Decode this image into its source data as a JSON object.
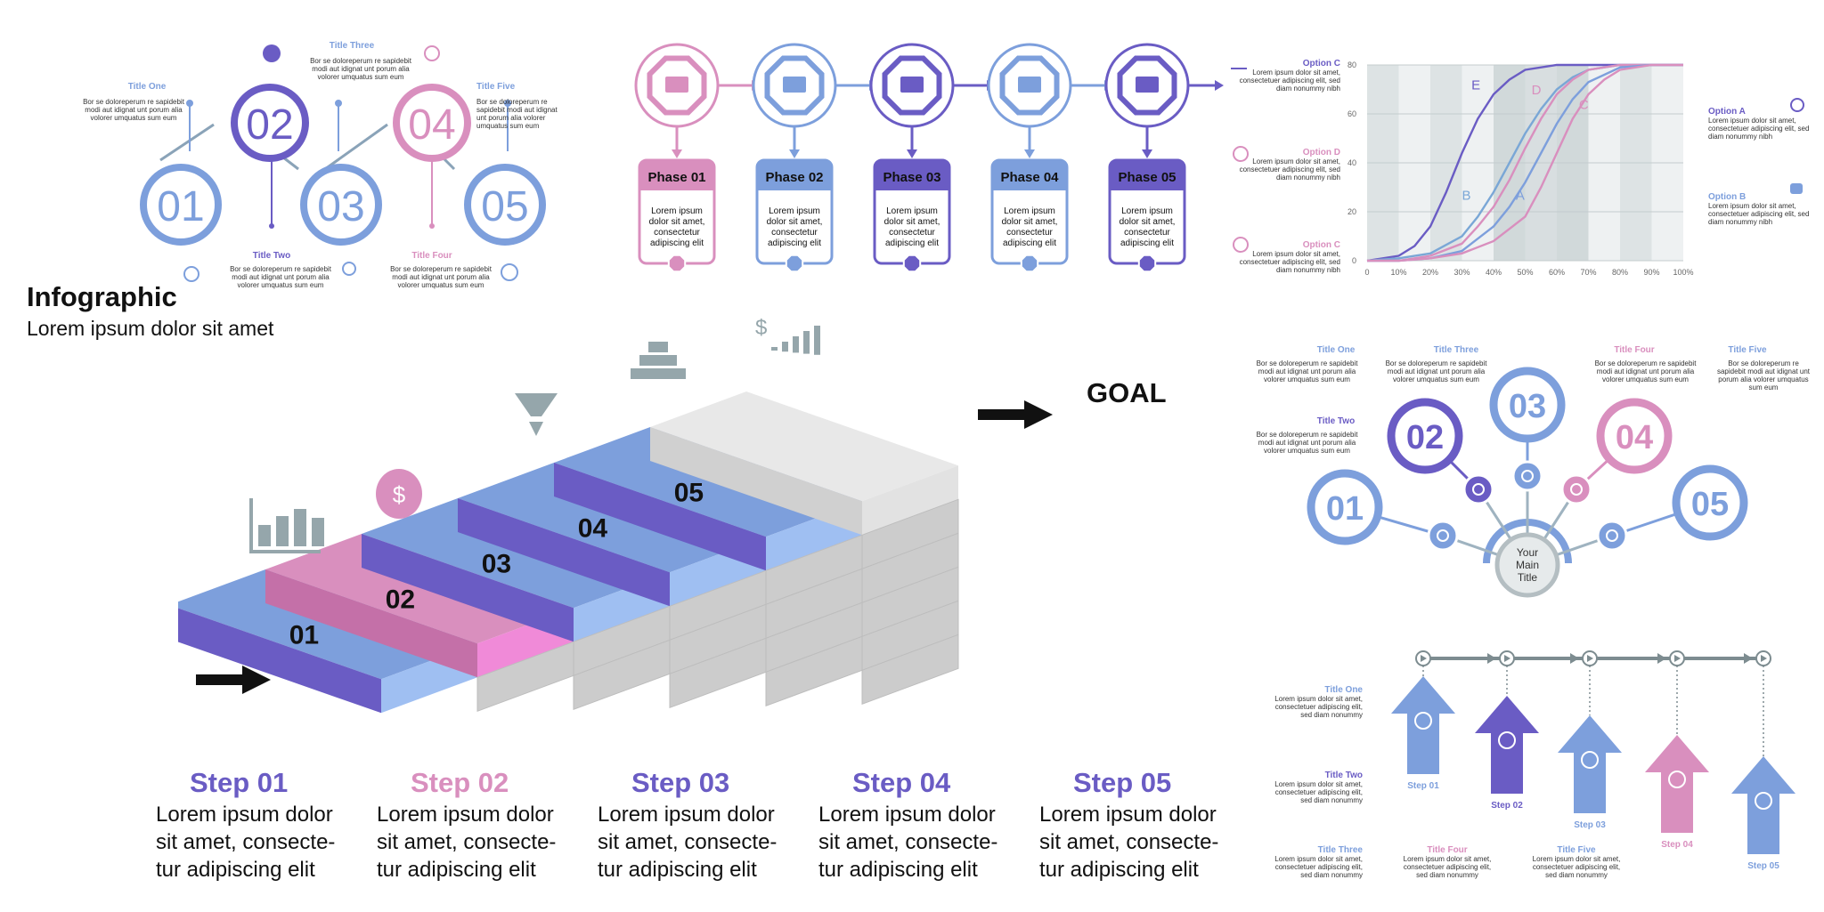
{
  "colors": {
    "blue": "#7d9fdc",
    "purple": "#6a5cc4",
    "pink": "#d98fbe",
    "gray": "#8a9aa0"
  },
  "header": {
    "title": "Infographic",
    "subtitle": "Lorem ipsum dolor sit amet"
  },
  "rings": {
    "nums": [
      "01",
      "02",
      "03",
      "04",
      "05"
    ],
    "titles": [
      "Title One",
      "Title Two",
      "Title Three",
      "Title Four",
      "Title Five"
    ],
    "body": "Bor se doloreperum re sapidebit modi aut idignat unt porum alia volorer umquatus sum eum"
  },
  "phases": {
    "labels": [
      "Phase 01",
      "Phase 02",
      "Phase 03",
      "Phase 04",
      "Phase 05"
    ],
    "body": "Lorem ipsum dolor sit amet, consectetur adipiscing elit"
  },
  "side_options": {
    "left": [
      {
        "label": "Option C"
      },
      {
        "label": "Option D"
      },
      {
        "label": "Option C"
      }
    ],
    "right": [
      {
        "label": "Option A"
      },
      {
        "label": "Option B"
      }
    ],
    "body": "Lorem ipsum dolor sit amet, consectetuer adipiscing elit, sed diam nonummy nibh"
  },
  "chart_data": {
    "type": "line",
    "x_ticks": [
      "0",
      "10%",
      "20%",
      "30%",
      "40%",
      "50%",
      "60%",
      "70%",
      "80%",
      "90%",
      "100%"
    ],
    "y_ticks": [
      "0",
      "20",
      "40",
      "60",
      "80"
    ],
    "xlim": [
      0,
      100
    ],
    "ylim": [
      0,
      80
    ],
    "series": [
      {
        "name": "E",
        "color": "#6a5cc4",
        "x": [
          0,
          10,
          15,
          20,
          25,
          30,
          35,
          40,
          45,
          50,
          60,
          70,
          80,
          90,
          100
        ],
        "y": [
          0,
          2,
          6,
          14,
          28,
          44,
          58,
          68,
          74,
          78,
          80,
          80,
          80,
          80,
          80
        ]
      },
      {
        "name": "B",
        "color": "#7aa7d6",
        "x": [
          0,
          10,
          20,
          30,
          35,
          40,
          45,
          50,
          55,
          60,
          65,
          70,
          80,
          90,
          100
        ],
        "y": [
          0,
          1,
          3,
          10,
          18,
          28,
          40,
          52,
          62,
          70,
          75,
          78,
          80,
          80,
          80
        ]
      },
      {
        "name": "D",
        "color": "#d98fbe",
        "x": [
          0,
          10,
          20,
          30,
          35,
          40,
          45,
          50,
          55,
          60,
          65,
          70,
          80,
          90,
          100
        ],
        "y": [
          0,
          0,
          2,
          7,
          14,
          22,
          33,
          46,
          58,
          68,
          74,
          78,
          80,
          80,
          80
        ]
      },
      {
        "name": "A",
        "color": "#7d9fdc",
        "x": [
          0,
          10,
          20,
          30,
          40,
          45,
          50,
          55,
          60,
          65,
          70,
          80,
          90,
          100
        ],
        "y": [
          0,
          0,
          1,
          4,
          14,
          22,
          32,
          44,
          56,
          66,
          73,
          79,
          80,
          80
        ]
      },
      {
        "name": "C",
        "color": "#d98fbe",
        "x": [
          0,
          10,
          20,
          30,
          40,
          50,
          55,
          60,
          65,
          70,
          75,
          80,
          90,
          100
        ],
        "y": [
          0,
          0,
          1,
          3,
          8,
          18,
          30,
          44,
          58,
          68,
          74,
          78,
          80,
          80
        ]
      }
    ]
  },
  "stairs": {
    "nums": [
      "01",
      "02",
      "03",
      "04",
      "05"
    ],
    "goal": "GOAL",
    "step_titles": [
      "Step 01",
      "Step 02",
      "Step 03",
      "Step 04",
      "Step 05"
    ],
    "step_lines": [
      "Lorem ipsum dolor",
      "sit amet, consecte-",
      "tur adipiscing elit"
    ]
  },
  "flower": {
    "nums": [
      "01",
      "02",
      "03",
      "04",
      "05"
    ],
    "titles": [
      "Title One",
      "Title Two",
      "Title Three",
      "Title Four",
      "Title Five"
    ],
    "main": [
      "Your",
      "Main",
      "Title"
    ],
    "body": "Bor se doloreperum re sapidebit modi aut idignat unt porum alia volorer umquatus sum eum"
  },
  "arrows": {
    "steps": [
      "Step 01",
      "Step 02",
      "Step 03",
      "Step 04",
      "Step 05"
    ],
    "titles": [
      "Title One",
      "Title Two",
      "Title Three",
      "Title Four",
      "Title Five"
    ],
    "body": "Lorem ipsum dolor sit amet, consectetuer adipiscing elit, sed diam nonummy"
  }
}
